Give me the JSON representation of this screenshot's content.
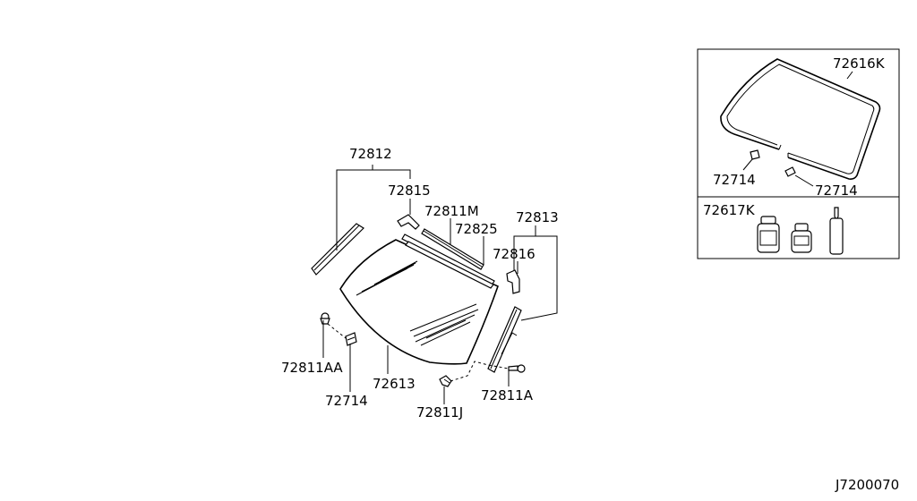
{
  "labels": {
    "p72812": "72812",
    "p72815": "72815",
    "p72811M": "72811M",
    "p72825": "72825",
    "p72813": "72813",
    "p72816": "72816",
    "p72811AA": "72811AA",
    "p72714": "72714",
    "p72613": "72613",
    "p72811J": "72811J",
    "p72811A": "72811A"
  },
  "inset": {
    "p72616K": "72616K",
    "p72714_left": "72714",
    "p72714_right": "72714",
    "p72617K": "72617K"
  },
  "diagram_code": "J7200070"
}
